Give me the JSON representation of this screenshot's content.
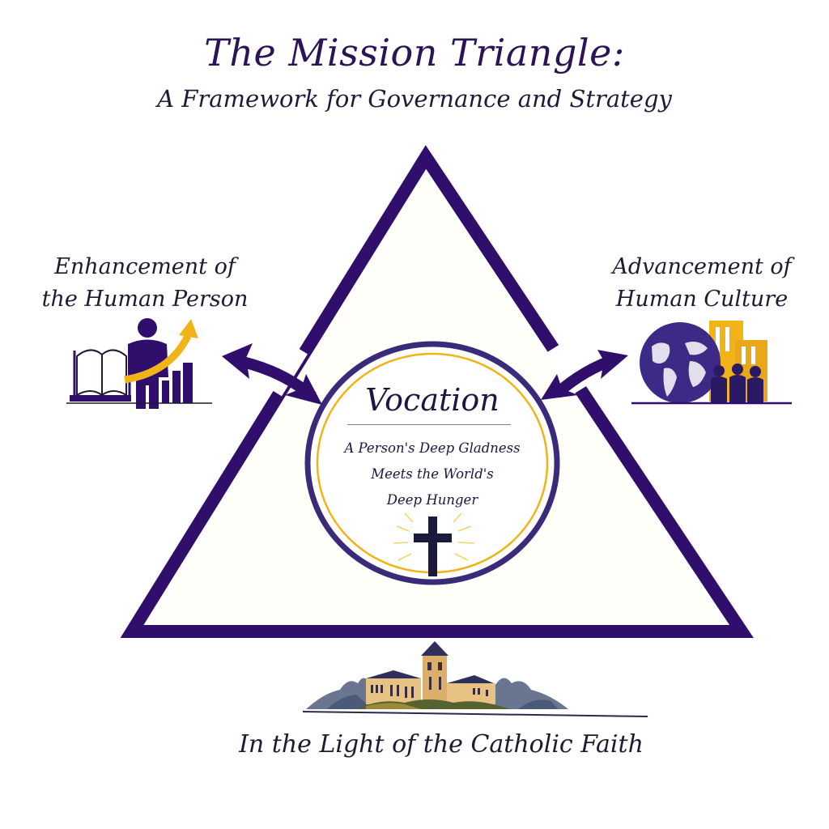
{
  "header": {
    "title": "The Mission Triangle:",
    "subtitle": "A Framework for Governance and Strategy"
  },
  "corners": {
    "left": {
      "line1": "Enhancement of",
      "line2": "the Human Person",
      "icon": "person-growth-book-chart-icon"
    },
    "right": {
      "line1": "Advancement of",
      "line2": "Human Culture",
      "icon": "globe-people-buildings-icon"
    },
    "bottom": {
      "label": "In the Light of the Catholic Faith",
      "icon": "campus-building-illustration"
    }
  },
  "center": {
    "title": "Vocation",
    "line1": "A Person's Deep Gladness",
    "line2": "Meets the World's",
    "line3": "Deep Hunger",
    "icon": "radiant-cross-icon"
  },
  "colors": {
    "primary_purple": "#2f0f6b",
    "ring_purple": "#3a2a7a",
    "gold": "#f0b419",
    "text_dark": "#1e1a33",
    "title_purple": "#2a1457"
  }
}
